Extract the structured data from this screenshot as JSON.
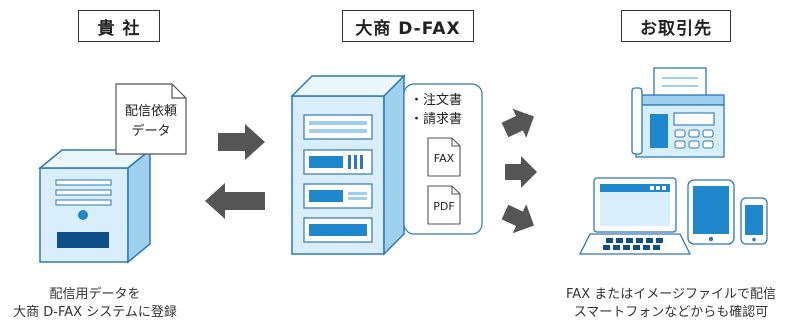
{
  "headers": {
    "left": "貴 社",
    "center": "大商 D-FAX",
    "right": "お取引先"
  },
  "doc_card": {
    "line1": "配信依頼",
    "line2": "データ"
  },
  "doc_list": {
    "item1": "・注文書",
    "item2": "・請求書"
  },
  "files": {
    "fax": "FAX",
    "pdf": "PDF"
  },
  "captions": {
    "left_line1": "配信用データを",
    "left_line2": "大商 D-FAX システムに登録",
    "right_line1": "FAX またはイメージファイルで配信",
    "right_line2": "スマートフォンなどからも確認可"
  },
  "colors": {
    "light_blue": "#d8eefa",
    "mid_blue": "#9fd0ee",
    "blue": "#1f88cc",
    "dark_blue": "#0d4f86",
    "outline": "#2e78b8",
    "arrow_gray": "#555555"
  }
}
